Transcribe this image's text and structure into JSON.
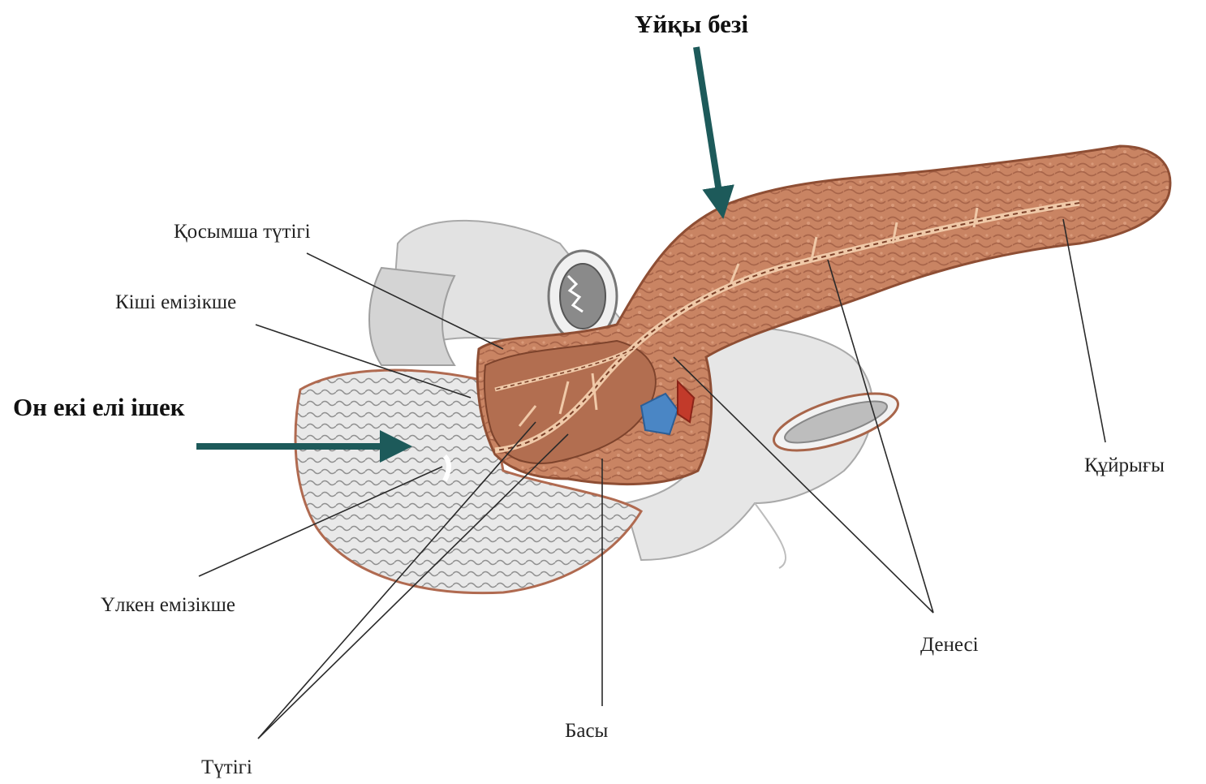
{
  "labels": {
    "pancreas": "Ұйқы безі",
    "duodenum": "Он екі елі ішек",
    "accessory_duct": "Қосымша түтігі",
    "minor_papilla": "Кіші емізікше",
    "major_papilla": "Үлкен емізікше",
    "duct": "Түтігі",
    "head": "Басы",
    "body": "Денесі",
    "tail": "Құйрығы"
  },
  "colors": {
    "arrow": "#1d5a5a",
    "pancreas": "#c98463",
    "pancreas_dark": "#9c5a3d",
    "intestine": "#e4e4e4",
    "intestine_shade": "#b9b9b9",
    "vein": "#4a86c5",
    "artery": "#c23a2a",
    "leader_line": "#2a2a2a"
  }
}
